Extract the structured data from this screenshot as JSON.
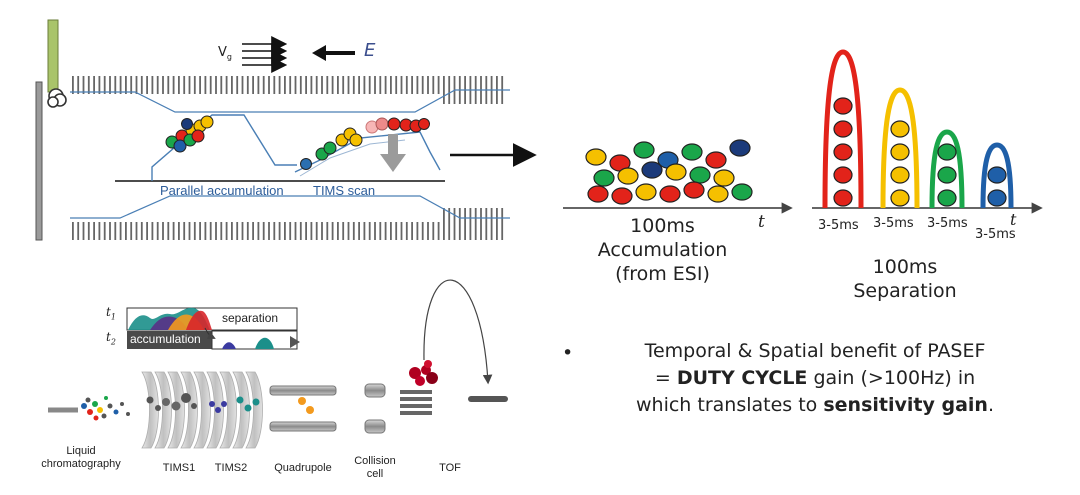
{
  "tims_panel": {
    "vg_label": "V",
    "vg_subscript": "g",
    "e_label": "E",
    "parallel_label": "Parallel accumulation",
    "scan_label": "TIMS scan"
  },
  "accumulation_panel": {
    "axis_label": "t",
    "time": "100ms",
    "title": "Accumulation",
    "source": "(from ESI)"
  },
  "separation_panel": {
    "axis_label": "t",
    "peak_labels": [
      "3-5ms",
      "3-5ms",
      "3-5ms",
      "3-5ms"
    ],
    "time": "100ms",
    "title": "Separation"
  },
  "instrument": {
    "t1_label": "t",
    "t1_sub": "1",
    "t2_label": "t",
    "t2_sub": "2",
    "separation_label": "separation",
    "accumulation_label": "accumulation",
    "components": [
      {
        "line1": "Liquid",
        "line2": "chromatography"
      },
      {
        "line1": "TIMS1",
        "line2": ""
      },
      {
        "line1": "TIMS2",
        "line2": ""
      },
      {
        "line1": "Quadrupole",
        "line2": ""
      },
      {
        "line1": "Collision",
        "line2": "cell"
      },
      {
        "line1": "TOF",
        "line2": ""
      }
    ]
  },
  "bullet": {
    "symbol": "•",
    "line1": "Temporal & Spatial benefit of PASEF",
    "line2_prefix": "= ",
    "line2_bold": "DUTY CYCLE",
    "line2_suffix": " gain (>100Hz) in",
    "line3_prefix": "which translates to ",
    "line3_bold": "sensitivity gain",
    "line3_suffix": "."
  },
  "colors": {
    "red": "#e2231a",
    "yellow": "#f5c000",
    "green": "#1aa64a",
    "blue": "#1f5fa8",
    "navy": "#1b3a7a",
    "trap_blue": "#4a7fb5"
  }
}
